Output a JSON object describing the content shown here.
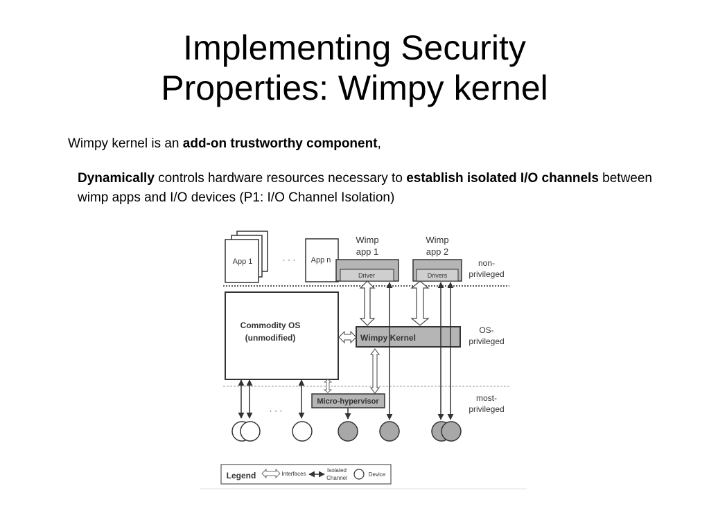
{
  "slide": {
    "title_line1": "Implementing Security",
    "title_line2": "Properties: Wimpy kernel",
    "bullet1": {
      "pre": "Wimpy kernel is an ",
      "bold": "add-on trustworthy component",
      "post": ","
    },
    "bullet2": {
      "bold1": "Dynamically",
      "mid1": " controls hardware resources necessary to ",
      "bold2": "establish isolated I/O channels",
      "post": " between wimp apps and I/O devices (P1:  I/O Channel Isolation)"
    }
  },
  "diagram": {
    "app1": "App 1",
    "appn": "App n",
    "dots": "· · ·",
    "wimp_app1_line1": "Wimp",
    "wimp_app1_line2": "app 1",
    "wimp_app2_line1": "Wimp",
    "wimp_app2_line2": "app 2",
    "driver": "Driver",
    "drivers": "Drivers",
    "commodity_os_line1": "Commodity OS",
    "commodity_os_line2": "(unmodified)",
    "wimpy_kernel": "Wimpy   Kernel",
    "micro_hypervisor": "Micro-hypervisor",
    "level_nonpriv_line1": "non-",
    "level_nonpriv_line2": "privileged",
    "level_os_line1": "OS-",
    "level_os_line2": "privileged",
    "level_most_line1": "most-",
    "level_most_line2": "privileged",
    "legend": {
      "title": "Legend",
      "interfaces": "Interfaces",
      "isolated_line1": "Isolated",
      "isolated_line2": "Channel",
      "device": "Device"
    }
  },
  "colors": {
    "gray_fill": "#b5b5b5",
    "device_gray": "#a8a8a8",
    "line": "#333333"
  }
}
